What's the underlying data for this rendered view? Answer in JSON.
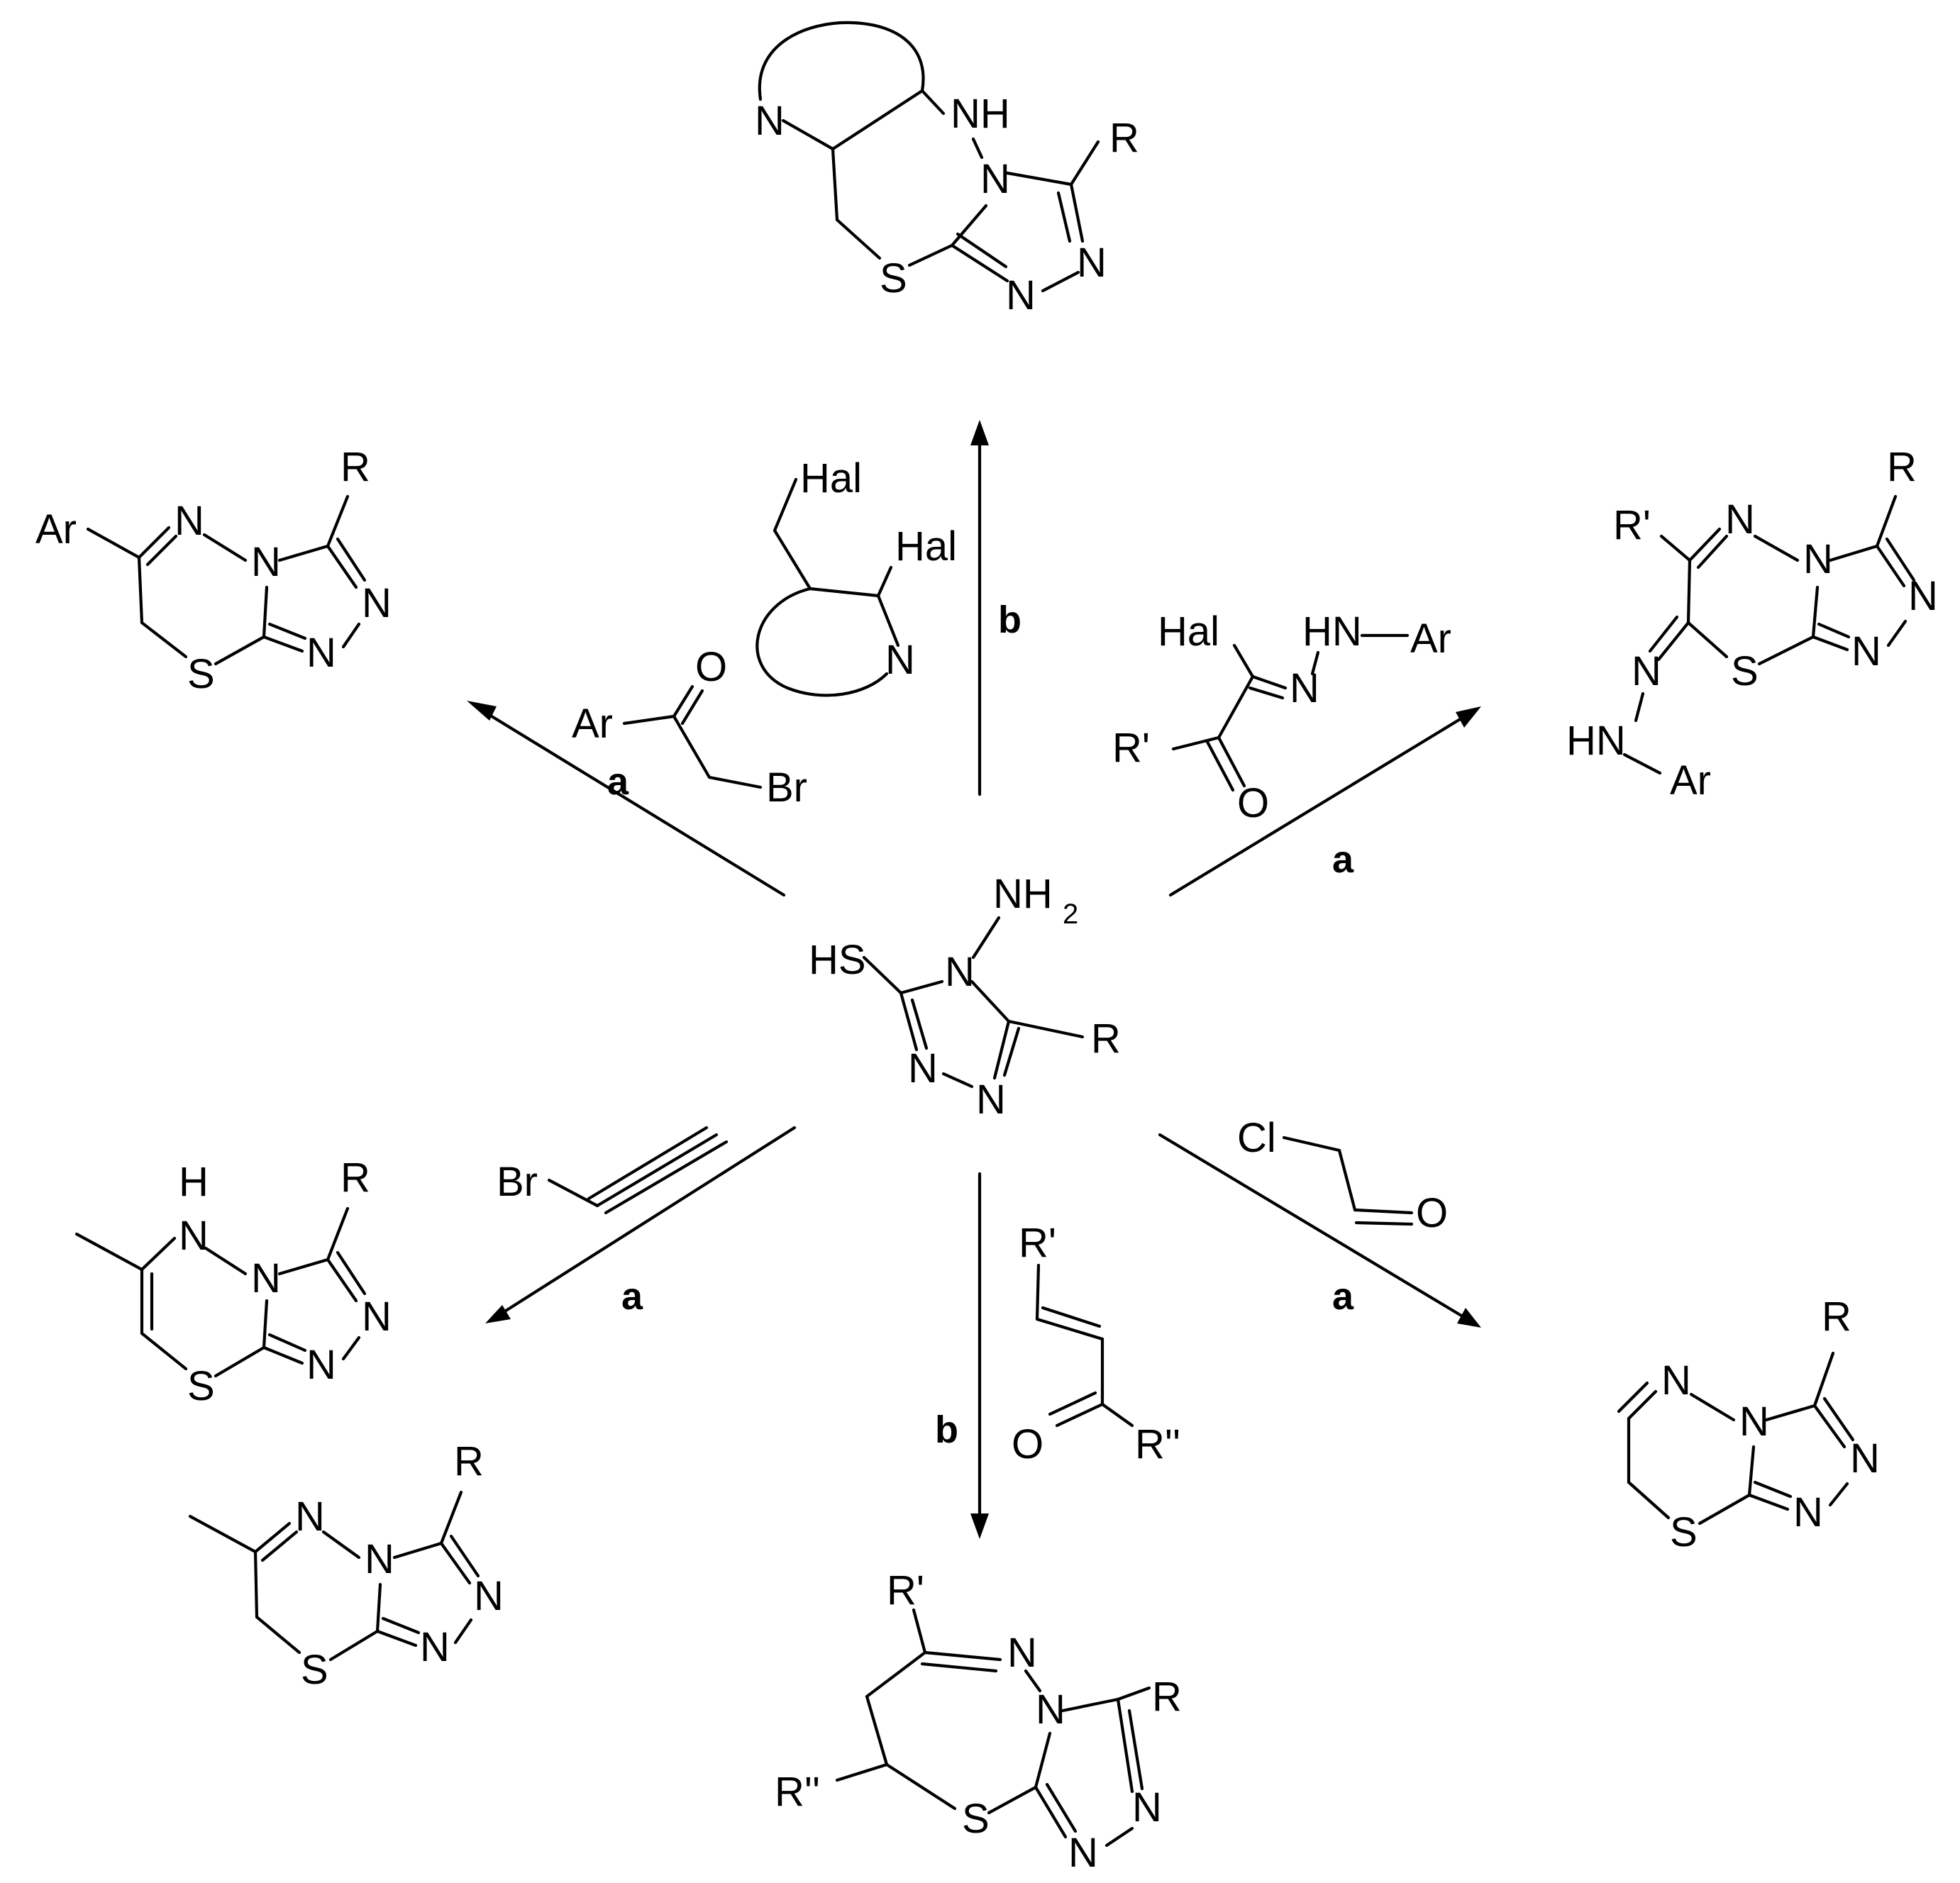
{
  "atoms": {
    "n": "N",
    "nh": "NH",
    "h": "H",
    "hn": "HN",
    "s": "S",
    "o": "O",
    "r": "R",
    "r1": "R'",
    "r2": "R''",
    "ar": "Ar",
    "hal": "Hal",
    "br": "Br",
    "cl": "Cl",
    "hs": "HS",
    "nh2": "NH",
    "nh2_sub": "2"
  },
  "conditions": {
    "a": "a",
    "b": "b"
  }
}
